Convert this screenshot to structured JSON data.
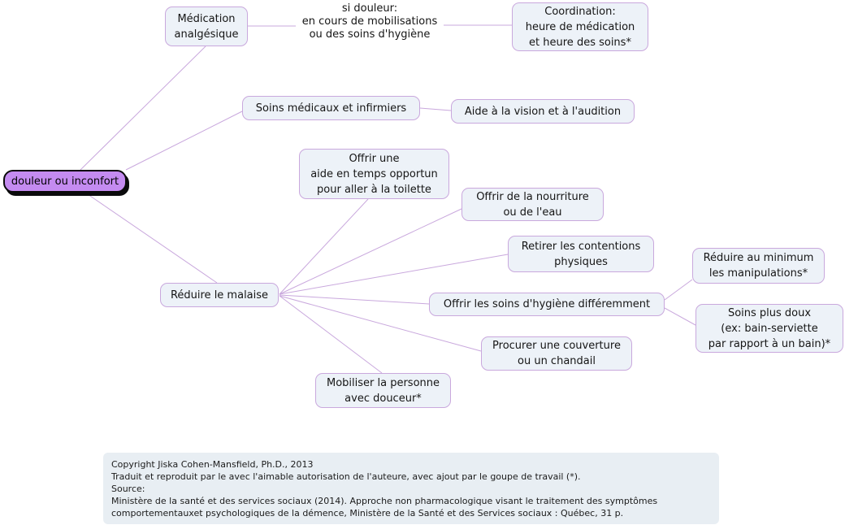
{
  "diagram": {
    "root": {
      "label": "douleur ou inconfort"
    },
    "edge_label": "si douleur:\nen cours de mobilisations\nou des soins d'hygiène",
    "nodes": {
      "medication": {
        "label": "Médication\nanalgésique"
      },
      "coordination": {
        "label": "Coordination:\nheure de médication\net heure des soins*"
      },
      "soins_medicaux": {
        "label": "Soins médicaux et infirmiers"
      },
      "aide_vision": {
        "label": "Aide à la vision et à l'audition"
      },
      "offrir_aide_toilette": {
        "label": "Offrir une\naide en temps opportun\npour aller à la toilette"
      },
      "offrir_nourriture": {
        "label": "Offrir de la nourriture\nou de l'eau"
      },
      "retirer_contentions": {
        "label": "Retirer les contentions\nphysiques"
      },
      "reduire_malaise": {
        "label": "Réduire le malaise"
      },
      "offrir_soins_hygiene": {
        "label": "Offrir les soins d'hygiène différemment"
      },
      "reduire_manipulations": {
        "label": "Réduire au minimum\nles manipulations*"
      },
      "soins_plus_doux": {
        "label": "Soins plus doux\n(ex: bain-serviette\npar rapport à un bain)*"
      },
      "procurer_couverture": {
        "label": "Procurer une couverture\nou un chandail"
      },
      "mobiliser_personne": {
        "label": "Mobiliser la personne\navec douceur*"
      }
    },
    "colors": {
      "root_fill": "#c48bf0",
      "root_border": "#0a0a0a",
      "node_fill": "#edf2f8",
      "node_border": "#c9a8dd",
      "edge_line": "#c9a8dd",
      "footer_bg": "#e8eef3"
    }
  },
  "footer": {
    "lines": [
      "Copyright Jiska Cohen-Mansfield, Ph.D., 2013",
      "Traduit et reproduit par le avec l'aimable autorisation de l'auteure, avec ajout par le goupe de travail (*).",
      "Source:",
      "Ministère de la santé et des services sociaux (2014). Approche non pharmacologique visant le traitement des symptômes",
      "comportementauxet psychologiques de la démence, Ministère de la Santé et des Services sociaux : Québec, 31 p."
    ]
  }
}
